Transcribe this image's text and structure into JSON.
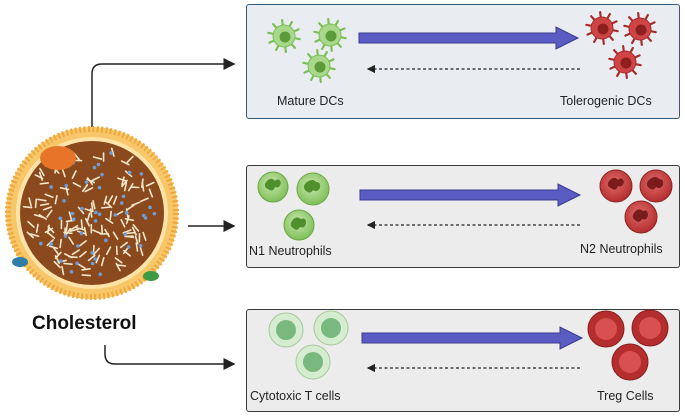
{
  "center": {
    "label": "Cholesterol"
  },
  "panels": [
    {
      "id": "dc",
      "left_label": "Mature DCs",
      "right_label": "Tolerogenic DCs"
    },
    {
      "id": "neutrophil",
      "left_label": "N1 Neutrophils",
      "right_label": "N2 Neutrophils"
    },
    {
      "id": "tcell",
      "left_label": "Cytotoxic T cells",
      "right_label": "Treg Cells"
    }
  ],
  "colors": {
    "forward_arrow": "#5b5bc4",
    "green_cell": "#9ccf78",
    "red_cell": "#c23b3b",
    "sphere_core": "#8a4a1e",
    "lipid_head": "#f2b14a"
  },
  "icons": [
    "cholesterol-particle-icon",
    "dendritic-cell-icon",
    "neutrophil-icon",
    "t-cell-icon"
  ]
}
